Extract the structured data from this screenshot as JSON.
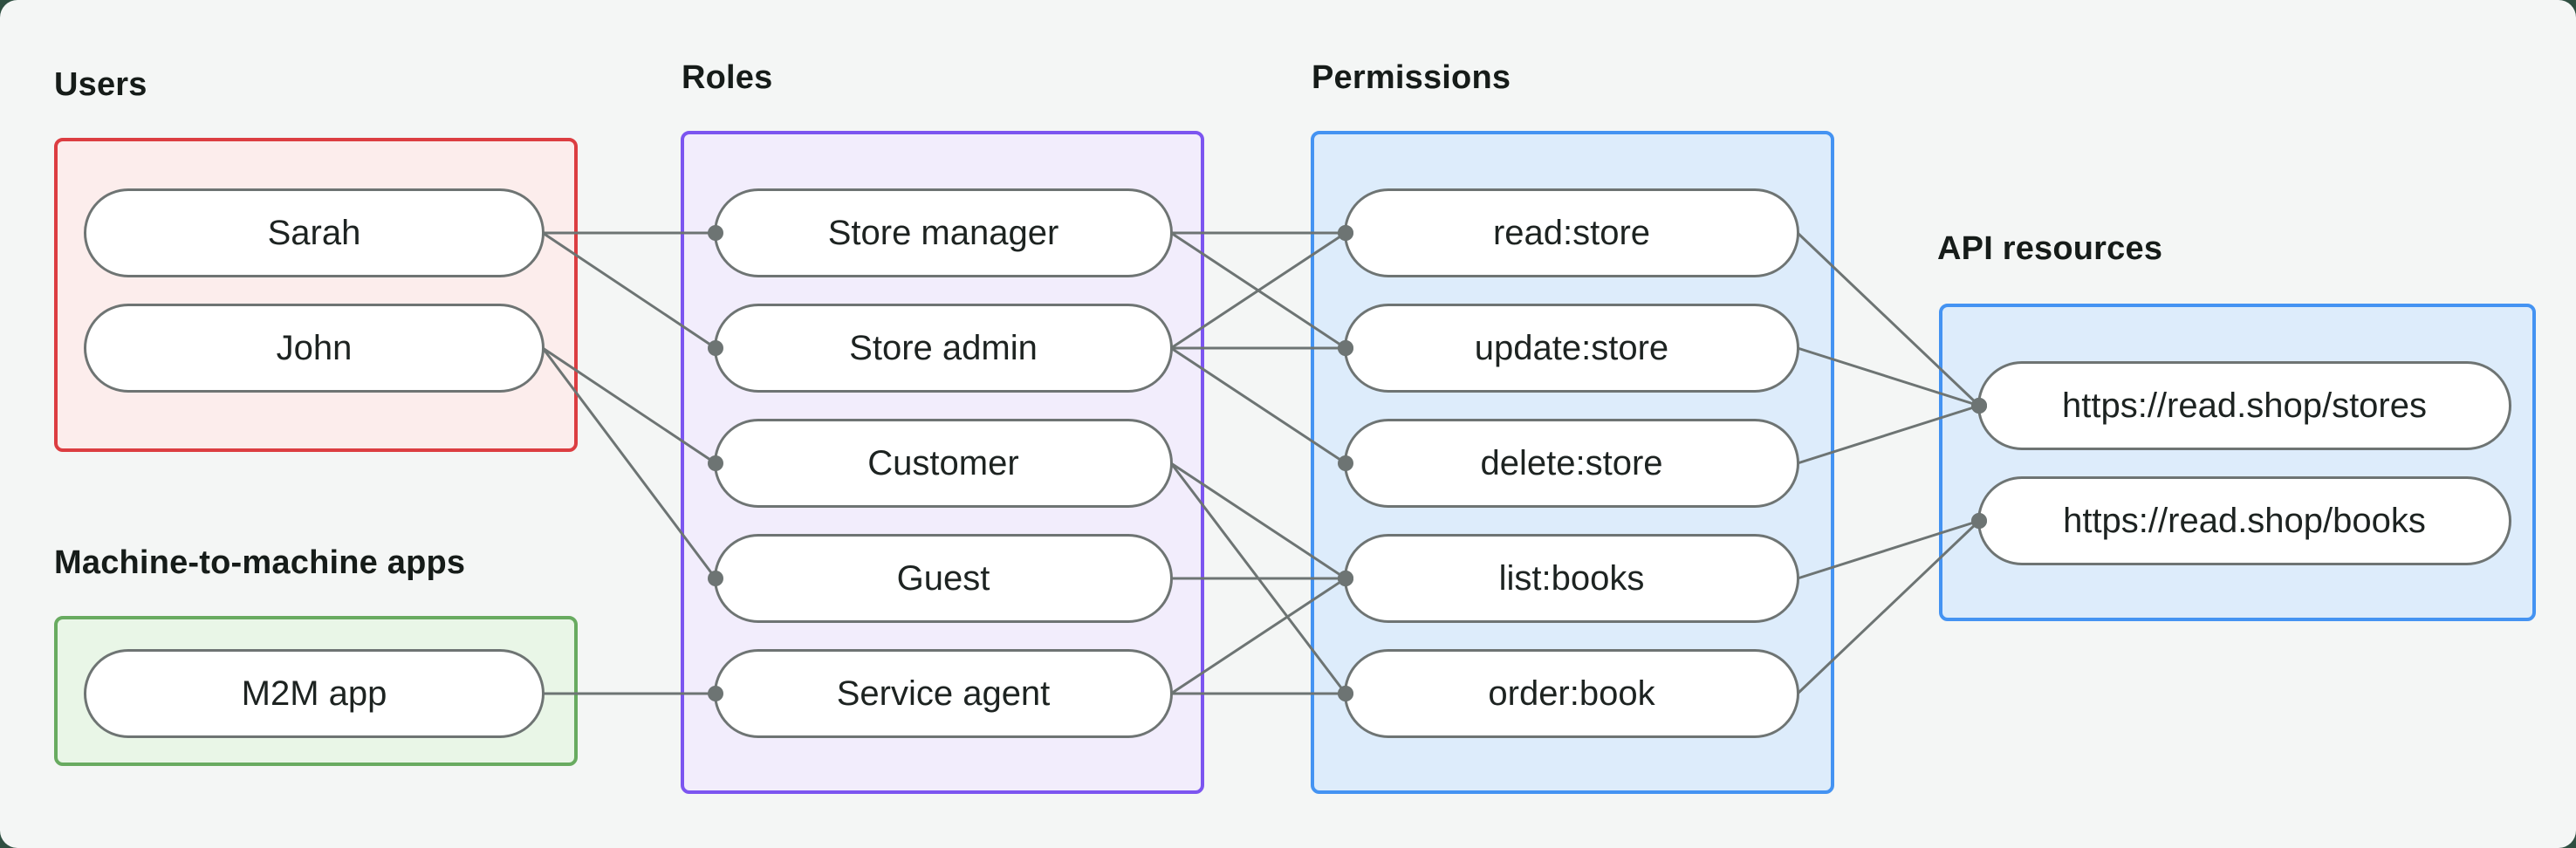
{
  "page": {
    "background_color": "#2f4f41",
    "canvas_color": "#f4f6f5"
  },
  "style": {
    "line_color": "#6d7473",
    "dot_color": "#6d7473",
    "pill_border_color": "#6e7473",
    "text_color": "#1d2321"
  },
  "sections": {
    "users": {
      "label": "Users",
      "border_color": "#dc3d41",
      "fill_color": "#fcedec",
      "items": [
        "Sarah",
        "John"
      ]
    },
    "m2m": {
      "label": "Machine-to-machine apps",
      "border_color": "#68ab60",
      "fill_color": "#e9f6e7",
      "items": [
        "M2M app"
      ]
    },
    "roles": {
      "label": "Roles",
      "border_color": "#7c55f0",
      "fill_color": "#f2edfc",
      "items": [
        "Store manager",
        "Store admin",
        "Customer",
        "Guest",
        "Service agent"
      ]
    },
    "permissions": {
      "label": "Permissions",
      "border_color": "#4493f2",
      "fill_color": "#ddecfb",
      "items": [
        "read:store",
        "update:store",
        "delete:store",
        "list:books",
        "order:book"
      ]
    },
    "api_resources": {
      "label": "API resources",
      "border_color": "#4493f2",
      "fill_color": "#ddecfb",
      "items": [
        "https://read.shop/stores",
        "https://read.shop/books"
      ]
    }
  },
  "edges": [
    {
      "from": "sarah",
      "to": "store-manager"
    },
    {
      "from": "sarah",
      "to": "store-admin"
    },
    {
      "from": "john",
      "to": "customer"
    },
    {
      "from": "john",
      "to": "guest"
    },
    {
      "from": "m2m-app",
      "to": "service-agent"
    },
    {
      "from": "store-manager",
      "to": "read-store"
    },
    {
      "from": "store-manager",
      "to": "update-store"
    },
    {
      "from": "store-admin",
      "to": "read-store"
    },
    {
      "from": "store-admin",
      "to": "update-store"
    },
    {
      "from": "store-admin",
      "to": "delete-store"
    },
    {
      "from": "customer",
      "to": "list-books"
    },
    {
      "from": "customer",
      "to": "order-book"
    },
    {
      "from": "guest",
      "to": "list-books"
    },
    {
      "from": "service-agent",
      "to": "list-books"
    },
    {
      "from": "service-agent",
      "to": "order-book"
    },
    {
      "from": "read-store",
      "to": "res-stores"
    },
    {
      "from": "update-store",
      "to": "res-stores"
    },
    {
      "from": "delete-store",
      "to": "res-stores"
    },
    {
      "from": "list-books",
      "to": "res-books"
    },
    {
      "from": "order-book",
      "to": "res-books"
    }
  ]
}
